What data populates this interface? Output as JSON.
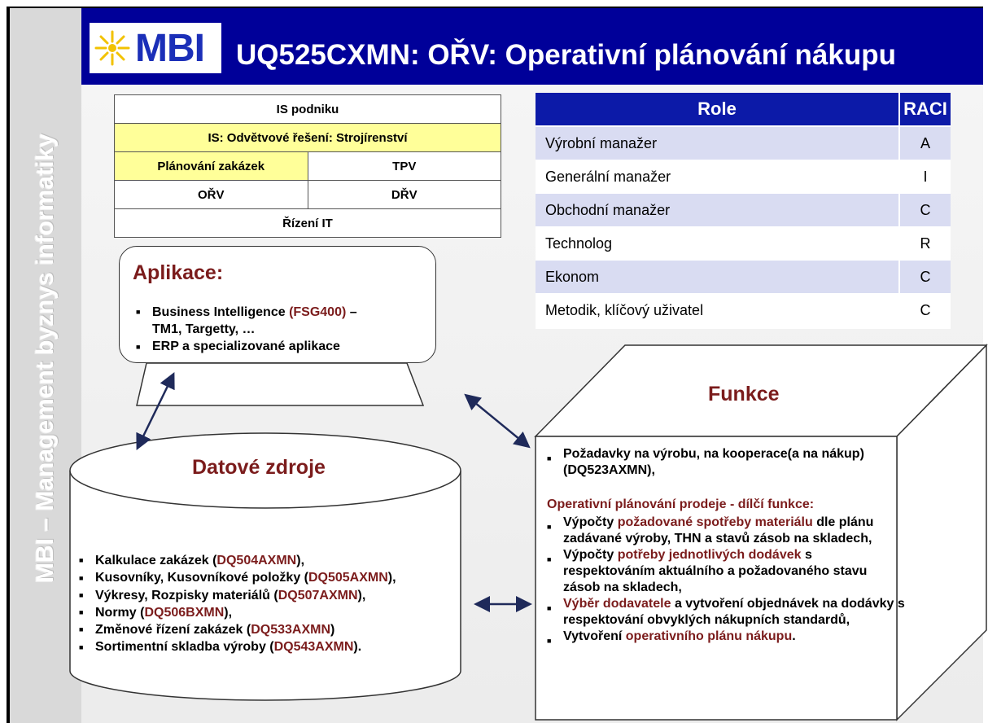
{
  "sidebar": {
    "text": "MBI – Management byznys informatiky"
  },
  "header": {
    "logo_text": "MBI",
    "title": "UQ525CXMN: OŘV: Operativní plánování nákupu"
  },
  "is_table": {
    "row1": "IS podniku",
    "row2": "IS: Odvětvové řešení: Strojírenství",
    "row3_left": "Plánování zakázek",
    "row3_right": "TPV",
    "row4_left": "OŘV",
    "row4_right": "DŘV",
    "row5": "Řízení IT"
  },
  "raci": {
    "header_role": "Role",
    "header_raci": "RACI",
    "rows": [
      {
        "role": "Výrobní manažer",
        "raci": "A"
      },
      {
        "role": "Generální manažer",
        "raci": "I"
      },
      {
        "role": "Obchodní manažer",
        "raci": "C"
      },
      {
        "role": "Technolog",
        "raci": "R"
      },
      {
        "role": "Ekonom",
        "raci": "C"
      },
      {
        "role": "Metodik, klíčový uživatel",
        "raci": "C"
      }
    ]
  },
  "aplikace": {
    "title": "Aplikace:",
    "item1_a": "Business Intelligence ",
    "item1_b": "(FSG400)",
    "item1_c": " –",
    "item1_line2": "TM1, Targetty, …",
    "item2": "ERP a specializované aplikace"
  },
  "datove_zdroje": {
    "title": "Datové zdroje",
    "items": [
      {
        "a": "Kalkulace zakázek (",
        "code": "DQ504AXMN",
        "b": "),"
      },
      {
        "a": "Kusovníky, Kusovníkové položky (",
        "code": "DQ505AXMN",
        "b": "),"
      },
      {
        "a": "Výkresy,  Rozpisky materiálů (",
        "code": "DQ507AXMN",
        "b": "),"
      },
      {
        "a": "Normy (",
        "code": "DQ506BXMN",
        "b": "),"
      },
      {
        "a": "Změnové řízení zakázek (",
        "code": "DQ533AXMN",
        "b": ")"
      },
      {
        "a": "Sortimentní skladba výroby (",
        "code": "DQ543AXMN",
        "b": ")."
      }
    ]
  },
  "funkce": {
    "title": "Funkce",
    "intro": "Požadavky na výrobu, na kooperace(a na nákup) (DQ523AXMN),",
    "subheading": "Operativní plánování prodeje - dílčí funkce:",
    "item1_a": "Výpočty ",
    "item1_hl": "požadované spotřeby materiálu",
    "item1_b": " dle plánu zadávané výroby, THN a stavů zásob na skladech,",
    "item2_a": "Výpočty ",
    "item2_hl": "potřeby jednotlivých dodávek",
    "item2_b": " s respektováním aktuálního a požadovaného stavu zásob na skladech,",
    "item3_hl": "Výběr dodavatele",
    "item3_b": " a vytvoření objednávek na dodávky s respektování obvyklých nákupních standardů,",
    "item4_a": "Vytvoření ",
    "item4_hl": "operativního plánu nákupu",
    "item4_b": "."
  },
  "colors": {
    "header_bg": "#000099",
    "accent_red": "#7b1c1c",
    "raci_header": "#0c1aa8",
    "raci_stripe": "#d9dcf2",
    "yellow_cell": "#ffff99",
    "arrow": "#1f2a5a"
  }
}
